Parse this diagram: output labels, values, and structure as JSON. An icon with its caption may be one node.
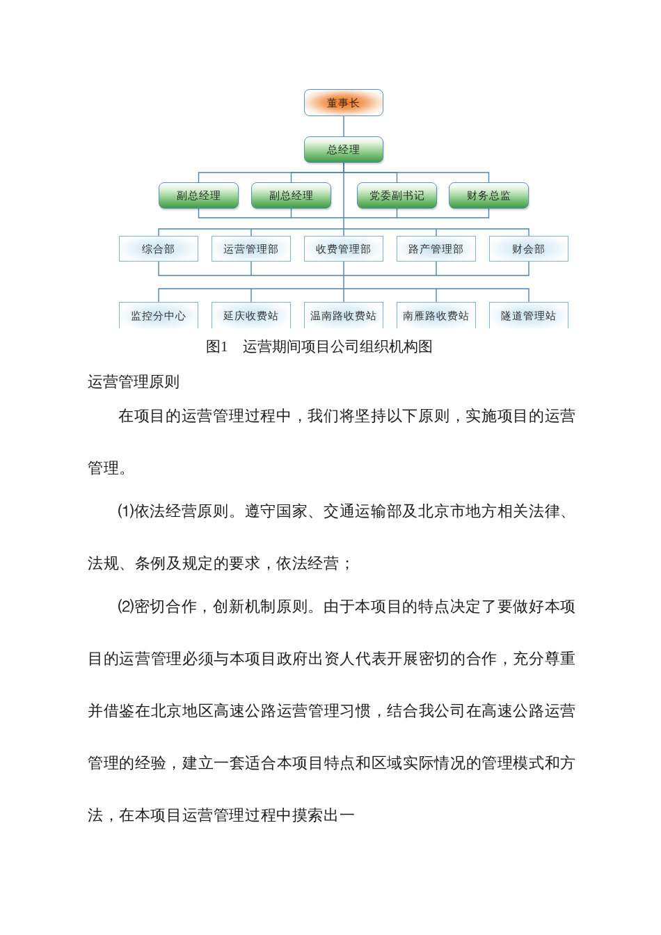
{
  "diagram": {
    "caption": "图1　运营期间项目公司组织机构图",
    "nodes": [
      {
        "text": [
          "董事长"
        ]
      },
      {
        "text": [
          "总经理"
        ]
      },
      {
        "text": [
          "副总经理"
        ]
      },
      {
        "text": [
          "副总经理"
        ]
      },
      {
        "text": [
          "党委副书记"
        ]
      },
      {
        "text": [
          "财务总监"
        ]
      },
      {
        "text": [
          "综合部"
        ]
      },
      {
        "text": [
          "运营管理部"
        ]
      },
      {
        "text": [
          "收费管理部"
        ]
      },
      {
        "text": [
          "路产管理部"
        ]
      },
      {
        "text": [
          "财会部"
        ]
      },
      {
        "text": [
          "监控分中心"
        ]
      },
      {
        "text": [
          "延庆收费站"
        ]
      },
      {
        "text": [
          "温南路收费站"
        ]
      },
      {
        "text": [
          "南雁路收费站"
        ]
      },
      {
        "text": [
          "隧道管理站"
        ]
      }
    ],
    "edges": [
      {
        "from": 0,
        "to": 1,
        "arrow": "none"
      },
      {
        "from": 1,
        "to": 2,
        "arrow": "none"
      },
      {
        "from": 1,
        "to": 3,
        "arrow": "none"
      },
      {
        "from": 1,
        "to": 4,
        "arrow": "none"
      },
      {
        "from": 1,
        "to": 5,
        "arrow": "none"
      },
      {
        "from": 1,
        "to": 6,
        "arrow": "none"
      },
      {
        "from": 1,
        "to": 7,
        "arrow": "none"
      },
      {
        "from": 1,
        "to": 8,
        "arrow": "none"
      },
      {
        "from": 1,
        "to": 9,
        "arrow": "none"
      },
      {
        "from": 1,
        "to": 10,
        "arrow": "none"
      },
      {
        "from": 2,
        "to": 6,
        "arrow": "none"
      },
      {
        "from": 2,
        "to": 7,
        "arrow": "none"
      },
      {
        "from": 2,
        "to": 8,
        "arrow": "none"
      },
      {
        "from": 2,
        "to": 9,
        "arrow": "none"
      },
      {
        "from": 2,
        "to": 10,
        "arrow": "none"
      },
      {
        "from": 3,
        "to": 6,
        "arrow": "none"
      },
      {
        "from": 3,
        "to": 7,
        "arrow": "none"
      },
      {
        "from": 3,
        "to": 8,
        "arrow": "none"
      },
      {
        "from": 3,
        "to": 9,
        "arrow": "none"
      },
      {
        "from": 3,
        "to": 10,
        "arrow": "none"
      },
      {
        "from": 4,
        "to": 6,
        "arrow": "none"
      },
      {
        "from": 4,
        "to": 7,
        "arrow": "none"
      },
      {
        "from": 4,
        "to": 8,
        "arrow": "none"
      },
      {
        "from": 4,
        "to": 9,
        "arrow": "none"
      },
      {
        "from": 4,
        "to": 10,
        "arrow": "none"
      },
      {
        "from": 5,
        "to": 6,
        "arrow": "none"
      },
      {
        "from": 5,
        "to": 7,
        "arrow": "none"
      },
      {
        "from": 5,
        "to": 8,
        "arrow": "none"
      },
      {
        "from": 5,
        "to": 9,
        "arrow": "none"
      },
      {
        "from": 5,
        "to": 10,
        "arrow": "none"
      },
      {
        "from": 6,
        "to": 11,
        "arrow": "none"
      },
      {
        "from": 6,
        "to": 12,
        "arrow": "none"
      },
      {
        "from": 6,
        "to": 13,
        "arrow": "none"
      },
      {
        "from": 6,
        "to": 14,
        "arrow": "none"
      },
      {
        "from": 6,
        "to": 15,
        "arrow": "none"
      },
      {
        "from": 7,
        "to": 11,
        "arrow": "none"
      },
      {
        "from": 7,
        "to": 12,
        "arrow": "none"
      },
      {
        "from": 7,
        "to": 13,
        "arrow": "none"
      },
      {
        "from": 7,
        "to": 14,
        "arrow": "none"
      },
      {
        "from": 7,
        "to": 15,
        "arrow": "none"
      },
      {
        "from": 8,
        "to": 11,
        "arrow": "none"
      },
      {
        "from": 8,
        "to": 12,
        "arrow": "none"
      },
      {
        "from": 8,
        "to": 13,
        "arrow": "none"
      },
      {
        "from": 8,
        "to": 14,
        "arrow": "none"
      },
      {
        "from": 8,
        "to": 15,
        "arrow": "none"
      },
      {
        "from": 9,
        "to": 11,
        "arrow": "none"
      },
      {
        "from": 9,
        "to": 12,
        "arrow": "none"
      },
      {
        "from": 9,
        "to": 13,
        "arrow": "none"
      },
      {
        "from": 9,
        "to": 14,
        "arrow": "none"
      },
      {
        "from": 9,
        "to": 15,
        "arrow": "none"
      },
      {
        "from": 10,
        "to": 11,
        "arrow": "none"
      },
      {
        "from": 10,
        "to": 12,
        "arrow": "none"
      },
      {
        "from": 10,
        "to": 13,
        "arrow": "none"
      },
      {
        "from": 10,
        "to": 14,
        "arrow": "none"
      },
      {
        "from": 10,
        "to": 15,
        "arrow": "none"
      }
    ],
    "labels": [
      "运营管理原则",
      "在项目的运营管理过程中，我们将坚持以下原则，实施项目的运营管理。",
      "⑴依法经营原则。遵守国家、交通运输部及北京市地方相关法律、法规、条例及规定的要求，依法经营；",
      "⑵密切合作，创新机制原则。由于本项目的特点决定了要做好本项目的运营管理必须与本项目政府出资人代表开展密切的合作，充分尊重并借鉴在北京地区高速公路运营管理习惯，结合我公司在高速公路运营管理的经验，建立一套适合本项目特点和区域实际情况的管理模式和方法，在本项目运营管理过程中摸索出一"
    ]
  }
}
